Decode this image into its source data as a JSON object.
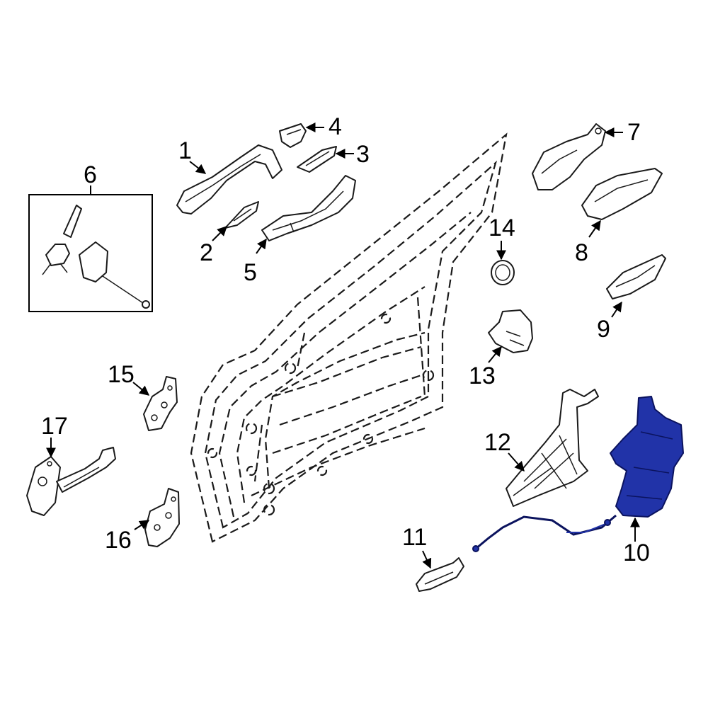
{
  "diagram": {
    "highlight_color": "#2133a8",
    "highlighted_part": "10",
    "callouts": {
      "c1": "1",
      "c2": "2",
      "c3": "3",
      "c4": "4",
      "c5": "5",
      "c6": "6",
      "c7": "7",
      "c8": "8",
      "c9": "9",
      "c10": "10",
      "c11": "11",
      "c12": "12",
      "c13": "13",
      "c14": "14",
      "c15": "15",
      "c16": "16",
      "c17": "17"
    }
  }
}
